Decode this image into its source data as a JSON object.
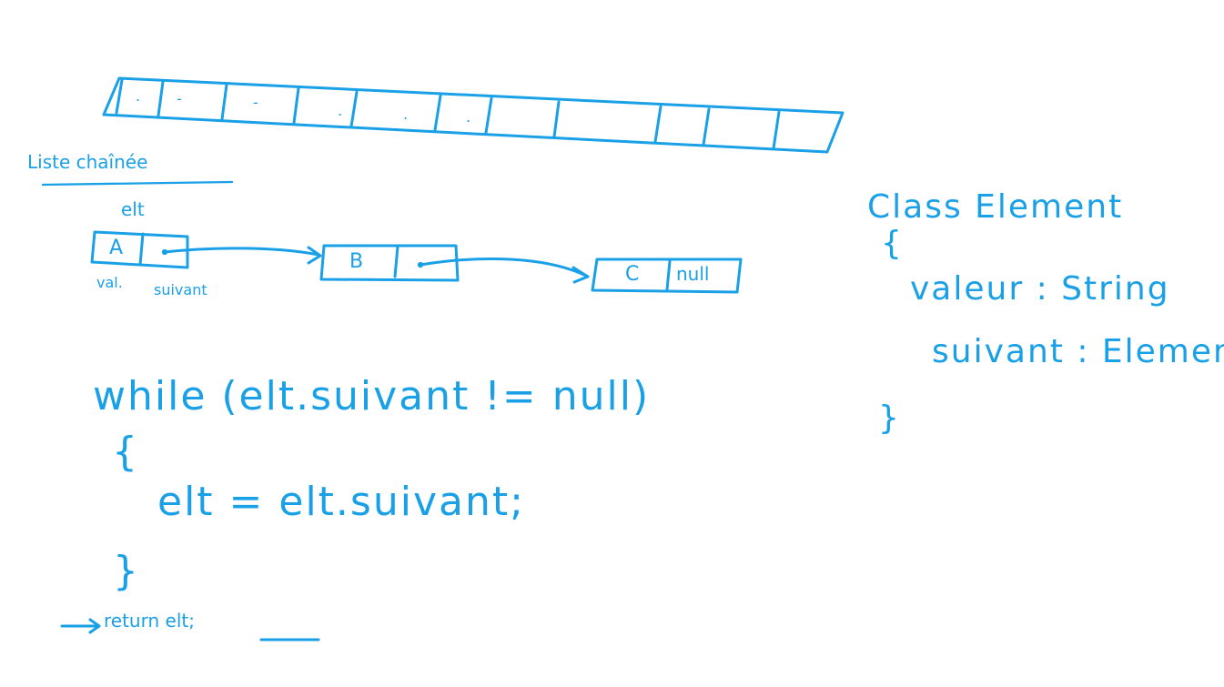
{
  "array_note": {
    "cell_marks": [
      ".",
      "-",
      "-",
      ".",
      ".",
      "."
    ]
  },
  "linked_list": {
    "title": "Liste chaînée",
    "pointer_label": "elt",
    "node_a": {
      "value": "A",
      "value_label": "val.",
      "next_label": "suivant"
    },
    "node_b": {
      "value": "B"
    },
    "node_c": {
      "value": "C",
      "next": "null"
    }
  },
  "code": {
    "while_line": "while (elt.suivant != null)",
    "open_brace": "{",
    "assignment": "elt = elt.suivant;",
    "close_brace": "}",
    "return_line": "return elt;"
  },
  "class_def": {
    "header": "Class Element",
    "open_brace": "{",
    "field_1": "valeur : String",
    "field_2": "suivant : Element",
    "close_brace": "}"
  }
}
